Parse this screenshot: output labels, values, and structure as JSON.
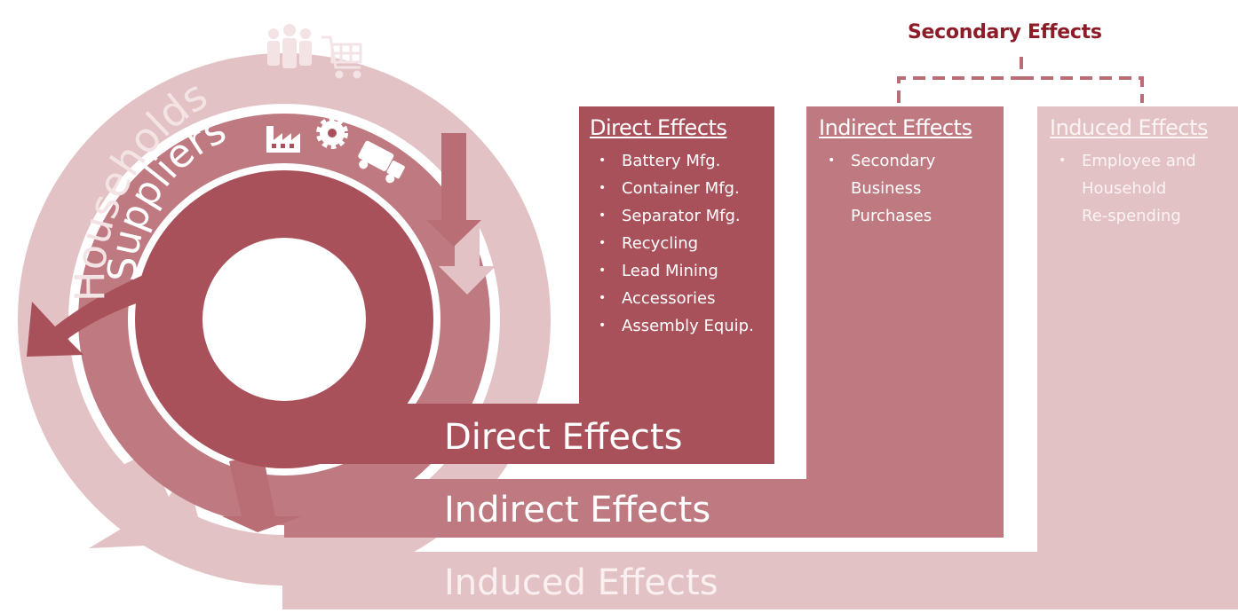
{
  "secondary_label": "Secondary Effects",
  "ring_labels": {
    "households": "Households",
    "suppliers": "Suppliers"
  },
  "band_labels": {
    "direct": "Direct Effects",
    "indirect": "Indirect Effects",
    "induced": "Induced Effects"
  },
  "columns": {
    "direct": {
      "title": "Direct Effects",
      "items": [
        "Battery Mfg.",
        "Container Mfg.",
        "Separator Mfg.",
        "Recycling",
        "Lead Mining",
        "Accessories",
        "Assembly Equip."
      ]
    },
    "indirect": {
      "title": "Indirect Effects",
      "items": [
        "Secondary",
        "Business",
        "Purchases"
      ]
    },
    "induced": {
      "title": "Induced Effects",
      "items": [
        "Employee and",
        "Household",
        "Re-spending"
      ]
    }
  },
  "colors": {
    "direct": "#a9515b",
    "indirect": "#bf7a81",
    "induced": "#e3c2c5",
    "accent": "#8b1c28"
  },
  "icons": [
    "people-icon",
    "shopping-cart-icon",
    "factory-icon",
    "gear-icon",
    "truck-icon"
  ]
}
